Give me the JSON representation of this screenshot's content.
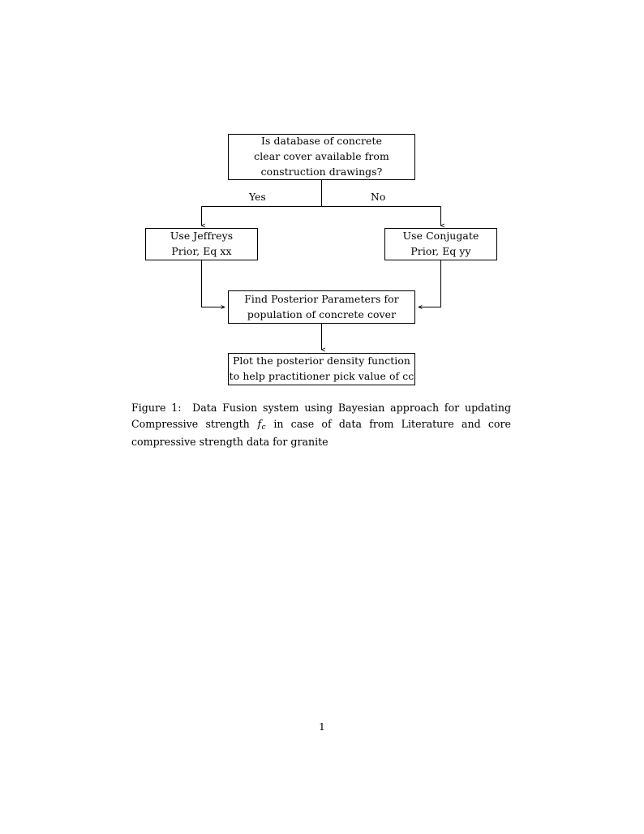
{
  "document": {
    "page_number": "1",
    "background_color": "#ffffff",
    "text_color": "#000000"
  },
  "figure": {
    "nodes": [
      {
        "id": "decision",
        "name": "decision-box",
        "lines": [
          "Is database of concrete",
          "clear cover available from",
          "construction drawings?"
        ]
      },
      {
        "id": "jeffreys",
        "name": "jeffreys-prior-box",
        "lines": [
          "Use Jeffreys",
          "Prior, Eq xx"
        ]
      },
      {
        "id": "conjugate",
        "name": "conjugate-prior-box",
        "lines": [
          "Use Conjugate",
          "Prior, Eq yy"
        ]
      },
      {
        "id": "posterior",
        "name": "find-posterior-box",
        "lines": [
          "Find Posterior Parameters for",
          "population of concrete cover"
        ]
      },
      {
        "id": "plot",
        "name": "plot-density-box",
        "lines": [
          "Plot the posterior density function",
          "to help practitioner pick value of cc"
        ]
      }
    ],
    "branch_labels": {
      "yes": "Yes",
      "no": "No"
    },
    "edge_color": "#000000"
  },
  "caption": {
    "label": "Figure 1:",
    "text_before_math": "Data Fusion system using Bayesian approach for updating Compressive strength",
    "math_base": "f",
    "math_subscript": "c",
    "text_after_math": "in case of data from Literature and core compressive strength data for granite"
  }
}
